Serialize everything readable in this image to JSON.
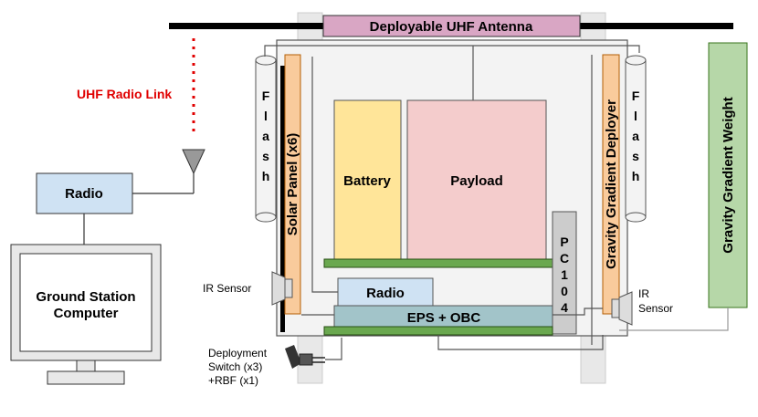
{
  "antenna": {
    "label": "Deployable UHF Antenna",
    "color": "#d9a6c4"
  },
  "radio_link": {
    "label": "UHF Radio Link",
    "color": "#e00000"
  },
  "ground": {
    "radio_label": "Radio",
    "computer_label_line1": "Ground Station",
    "computer_label_line2": "Computer",
    "radio_color": "#cfe2f3"
  },
  "satellite": {
    "flash_left_letters": [
      "F",
      "l",
      "a",
      "s",
      "h"
    ],
    "flash_right_letters": [
      "F",
      "l",
      "a",
      "s",
      "h"
    ],
    "solar_panel_label": "Solar Panel (x6)",
    "gg_deployer_label": "Gravity Gradient Deployer",
    "battery_label": "Battery",
    "payload_label": "Payload",
    "pc104_letters": [
      "P",
      "C",
      "1",
      "0",
      "4"
    ],
    "radio_label": "Radio",
    "eps_obc_label": "EPS + OBC",
    "ir_sensor_left": "IR Sensor",
    "ir_sensor_right_line1": "IR",
    "ir_sensor_right_line2": "Sensor",
    "deployment_line1": "Deployment",
    "deployment_line2": "Switch (x3)",
    "deployment_line3": "+RBF (x1)",
    "colors": {
      "battery": "#ffe599",
      "payload": "#f4cccc",
      "solar_panel": "#f9cb9c",
      "pcb": "#6aa84f",
      "eps_obc": "#a2c4c9",
      "radio": "#cfe2f3",
      "pc104": "#cccccc"
    }
  },
  "gg_weight": {
    "label": "Gravity Gradient Weight",
    "color": "#b6d7a8"
  }
}
